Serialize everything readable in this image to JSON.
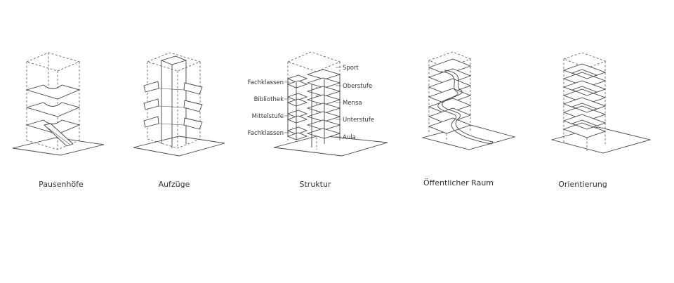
{
  "captions": {
    "pausenhoefe": "Pausenhöfe",
    "aufzuege": "Aufzüge",
    "struktur": "Struktur",
    "oeffentlicher_raum": "Öffentlicher Raum",
    "orientierung": "Orientierung"
  },
  "struktur_labels": {
    "left": [
      "Fachklassen",
      "Bibliothek",
      "Mittelstufe",
      "Fachklassen"
    ],
    "right": [
      "Sport",
      "Oberstufe",
      "Mensa",
      "Unterstufe",
      "Aula"
    ]
  },
  "colors": {
    "line": "#444444",
    "background": "#ffffff"
  }
}
